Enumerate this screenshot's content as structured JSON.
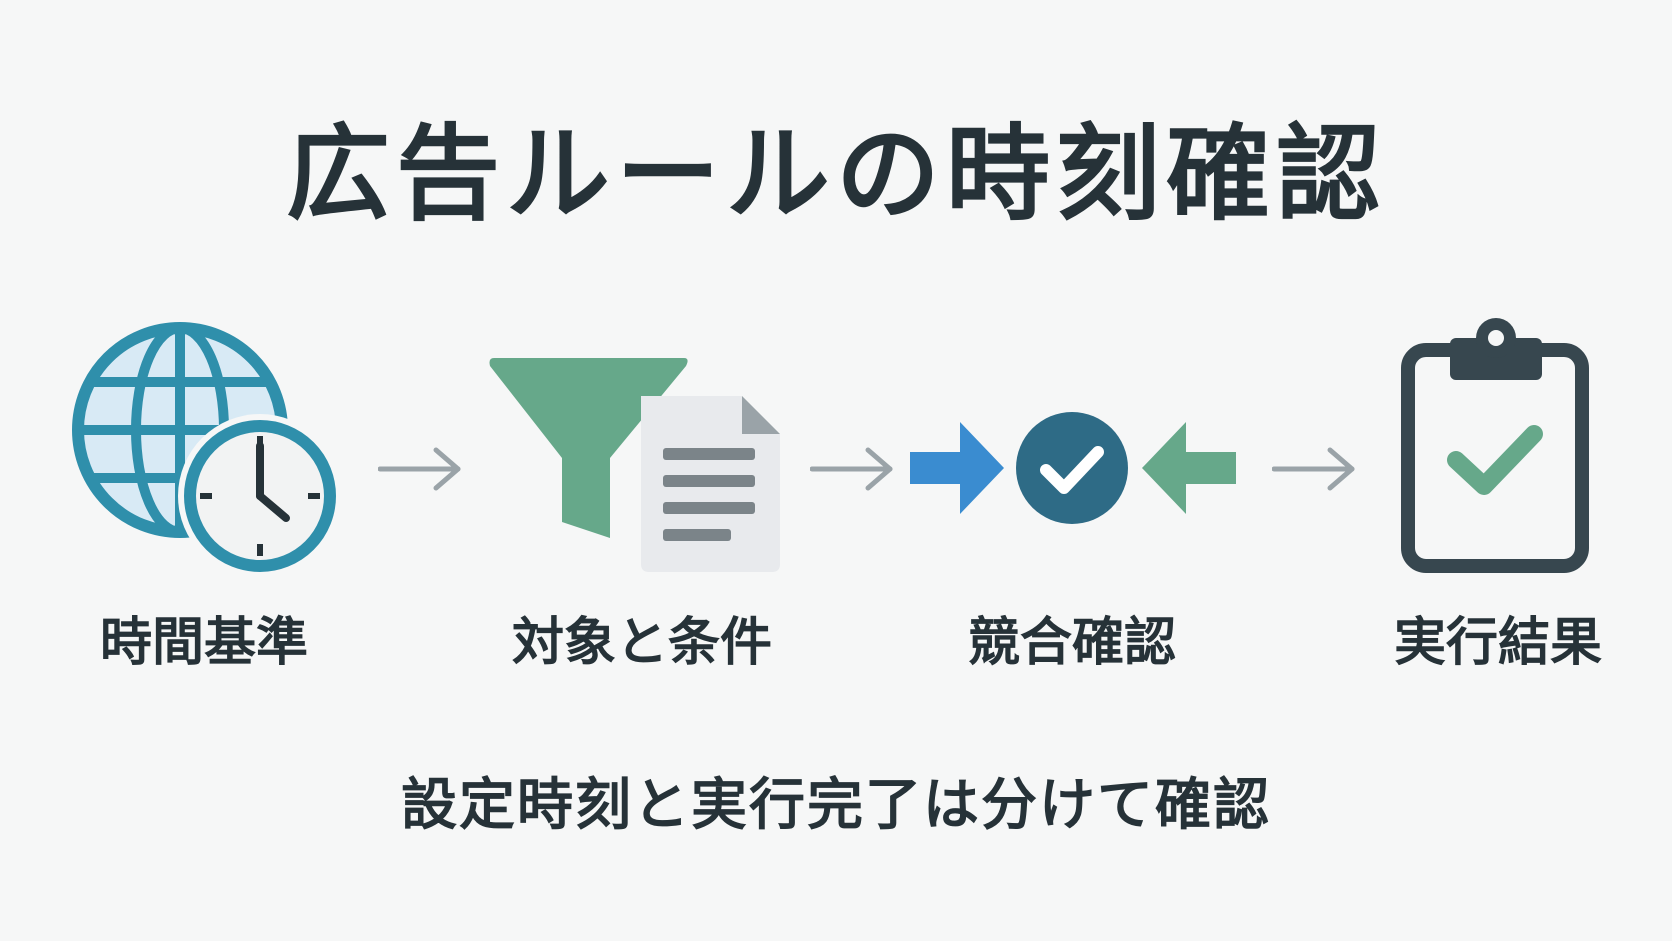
{
  "title": "広告ルールの時刻確認",
  "steps": [
    {
      "label": "時間基準",
      "icon": "globe-clock-icon"
    },
    {
      "label": "対象と条件",
      "icon": "funnel-document-icon"
    },
    {
      "label": "競合確認",
      "icon": "converging-arrows-check-icon"
    },
    {
      "label": "実行結果",
      "icon": "clipboard-check-icon"
    }
  ],
  "connector_icon": "arrow-right-icon",
  "footer": "設定時刻と実行完了は分けて確認",
  "colors": {
    "teal": "#2f8fab",
    "green": "#66a88a",
    "blue": "#3a8cd0",
    "navy": "#2e6b86",
    "dark": "#37474f",
    "arrow_gray": "#9aa3a8"
  }
}
